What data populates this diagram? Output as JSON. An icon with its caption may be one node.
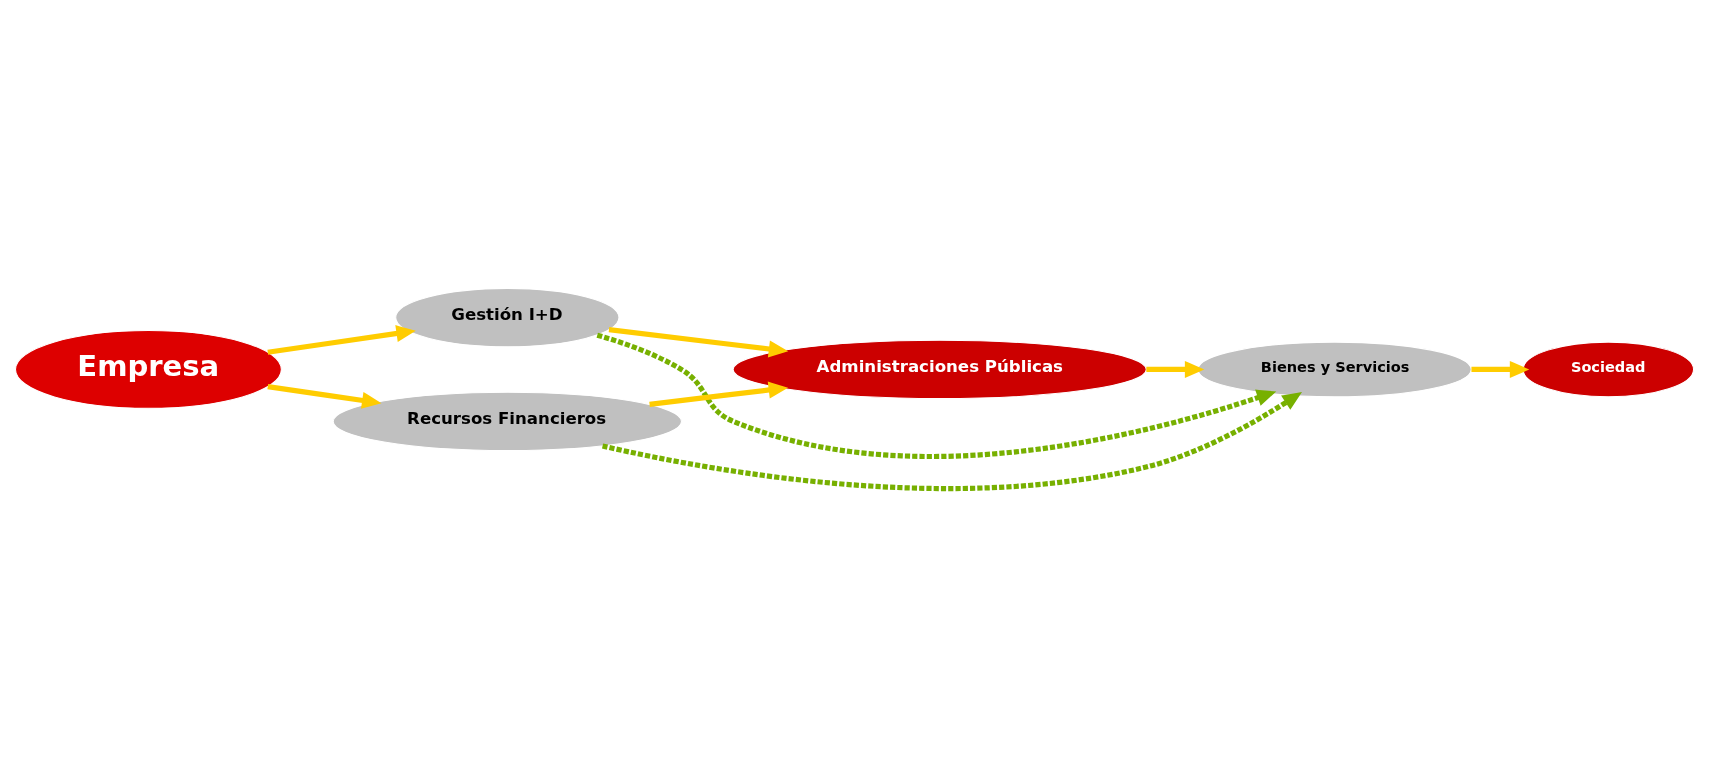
{
  "diagram": {
    "nodes": [
      {
        "text": [
          "Empresa"
        ]
      },
      {
        "text": [
          "Gestión I+D"
        ]
      },
      {
        "text": [
          "Recursos Financieros"
        ]
      },
      {
        "text": [
          "Administraciones Públicas"
        ]
      },
      {
        "text": [
          "Bienes y Servicios"
        ]
      },
      {
        "text": [
          "Sociedad"
        ]
      }
    ],
    "edges": [
      {
        "from": 0,
        "to": 1,
        "arrow": "to"
      },
      {
        "from": 0,
        "to": 2,
        "arrow": "to"
      },
      {
        "from": 1,
        "to": 3,
        "arrow": "to"
      },
      {
        "from": 2,
        "to": 3,
        "arrow": "to"
      },
      {
        "from": 3,
        "to": 4,
        "arrow": "to"
      },
      {
        "from": 4,
        "to": 5,
        "arrow": "to"
      },
      {
        "from": 1,
        "to": 4,
        "arrow": "to",
        "style": "dashed",
        "color": "#77b000"
      },
      {
        "from": 2,
        "to": 4,
        "arrow": "to",
        "style": "dashed",
        "color": "#77b000"
      }
    ]
  }
}
